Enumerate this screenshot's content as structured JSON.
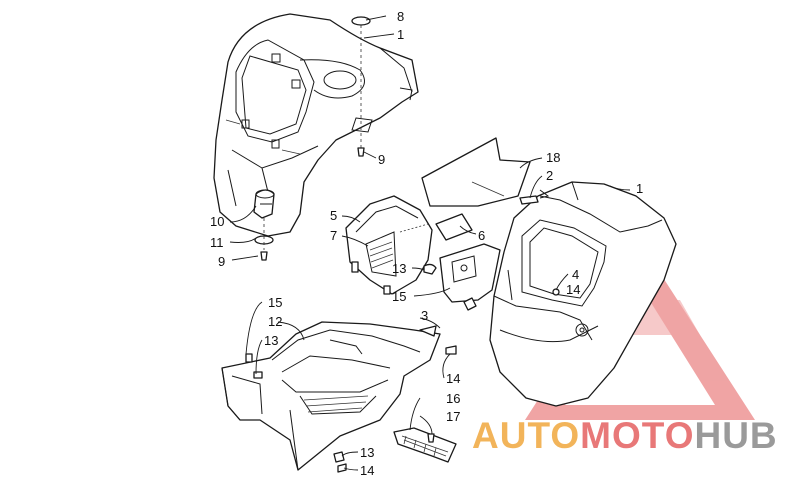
{
  "callouts": [
    {
      "id": "c8a",
      "label": "8"
    },
    {
      "id": "c1a",
      "label": "1"
    },
    {
      "id": "c9a",
      "label": "9"
    },
    {
      "id": "c10",
      "label": "10"
    },
    {
      "id": "c11",
      "label": "11"
    },
    {
      "id": "c9b",
      "label": "9"
    },
    {
      "id": "c18",
      "label": "18"
    },
    {
      "id": "c2",
      "label": "2"
    },
    {
      "id": "c1b",
      "label": "1"
    },
    {
      "id": "c5",
      "label": "5"
    },
    {
      "id": "c7",
      "label": "7"
    },
    {
      "id": "c6",
      "label": "6"
    },
    {
      "id": "c13a",
      "label": "13"
    },
    {
      "id": "c15a",
      "label": "15"
    },
    {
      "id": "c4",
      "label": "4"
    },
    {
      "id": "c14a",
      "label": "14"
    },
    {
      "id": "c3",
      "label": "3"
    },
    {
      "id": "c15b",
      "label": "15"
    },
    {
      "id": "c12",
      "label": "12"
    },
    {
      "id": "c13b",
      "label": "13"
    },
    {
      "id": "c14b",
      "label": "14"
    },
    {
      "id": "c16",
      "label": "16"
    },
    {
      "id": "c17",
      "label": "17"
    },
    {
      "id": "c13c",
      "label": "13"
    },
    {
      "id": "c14c",
      "label": "14"
    }
  ],
  "watermark": {
    "part1": "AUTO",
    "part2": "MOTO",
    "part3": "HUB",
    "color_primary": "#f2b45a",
    "color_secondary": "#e87878",
    "color_tertiary": "#9a9a9a"
  }
}
